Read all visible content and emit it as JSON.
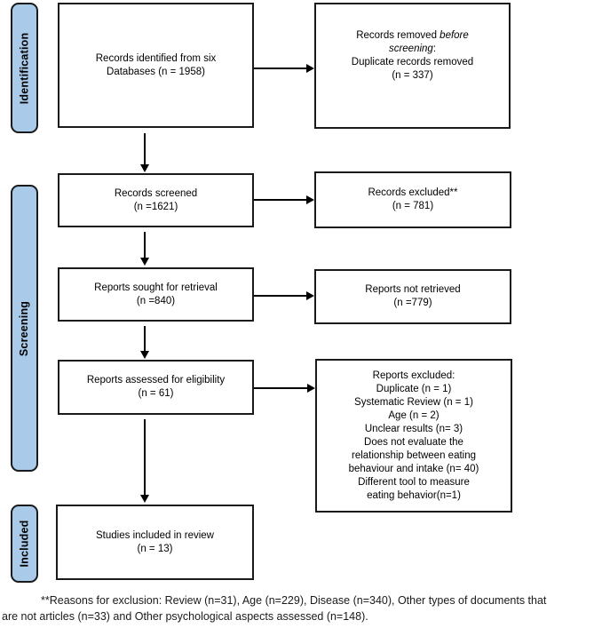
{
  "colors": {
    "stage_bar_fill": "#A9CBE9",
    "border": "#1a1a1a",
    "text": "#000000"
  },
  "stages": {
    "identification": "Identification",
    "screening": "Screening",
    "included": "Included"
  },
  "boxes": {
    "identified": {
      "line1": "Records identified from six",
      "line2": "Databases (n = 1958)"
    },
    "removed_before_screening": {
      "seg1": "Records removed ",
      "seg2_italic": "before",
      "seg3_italic": "screening",
      "seg4": ":",
      "line3": "Duplicate records removed",
      "line4": "(n = 337)"
    },
    "screened": {
      "line1": "Records screened",
      "line2": "(n =1621)"
    },
    "records_excluded": {
      "line1": "Records excluded**",
      "line2": "(n = 781)"
    },
    "sought": {
      "line1": "Reports sought for retrieval",
      "line2": "(n =840)"
    },
    "not_retrieved": {
      "line1": "Reports not retrieved",
      "line2": "(n =779)"
    },
    "assessed": {
      "line1": "Reports assessed for eligibility",
      "line2": "(n = 61)"
    },
    "reports_excluded": {
      "lines": [
        "Reports excluded:",
        "Duplicate (n = 1)",
        "Systematic Review (n = 1)",
        "Age (n = 2)",
        "Unclear results (n= 3)",
        "Does not evaluate the",
        "relationship between eating",
        "behaviour and intake (n= 40)",
        "Different tool to measure",
        "eating behavior(n=1)"
      ]
    },
    "included_studies": {
      "line1": "Studies included in review",
      "line2": "(n = 13)"
    }
  },
  "footnote": {
    "line1": "**Reasons for exclusion: Review (n=31), Age (n=229), Disease (n=340), Other types of documents that",
    "line2": "are not articles (n=33) and Other psychological aspects assessed (n=148)."
  }
}
